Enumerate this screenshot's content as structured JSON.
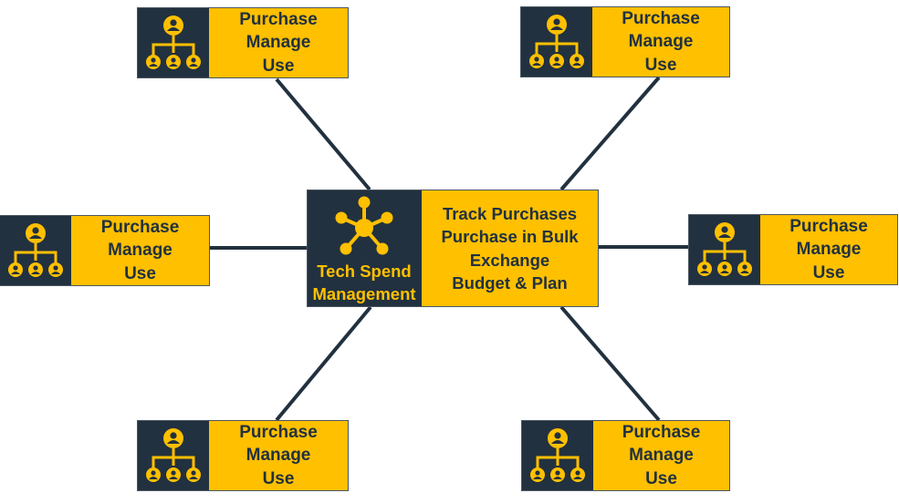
{
  "diagram": {
    "colors": {
      "dark": "#22313f",
      "accent": "#ffc000",
      "line": "#22313f"
    },
    "center": {
      "icon": "hub-network-icon",
      "title_lines": [
        "Tech Spend",
        "Management"
      ],
      "features": [
        "Track Purchases",
        "Purchase in Bulk",
        "Exchange",
        "Budget & Plan"
      ]
    },
    "satellites": [
      {
        "position": "top-left",
        "icon": "org-chart-icon",
        "lines": [
          "Purchase",
          "Manage",
          "Use"
        ]
      },
      {
        "position": "top-right",
        "icon": "org-chart-icon",
        "lines": [
          "Purchase",
          "Manage",
          "Use"
        ]
      },
      {
        "position": "left",
        "icon": "org-chart-icon",
        "lines": [
          "Purchase",
          "Manage",
          "Use"
        ]
      },
      {
        "position": "right",
        "icon": "org-chart-icon",
        "lines": [
          "Purchase",
          "Manage",
          "Use"
        ]
      },
      {
        "position": "bottom-left",
        "icon": "org-chart-icon",
        "lines": [
          "Purchase",
          "Manage",
          "Use"
        ]
      },
      {
        "position": "bottom-right",
        "icon": "org-chart-icon",
        "lines": [
          "Purchase",
          "Manage",
          "Use"
        ]
      }
    ]
  }
}
